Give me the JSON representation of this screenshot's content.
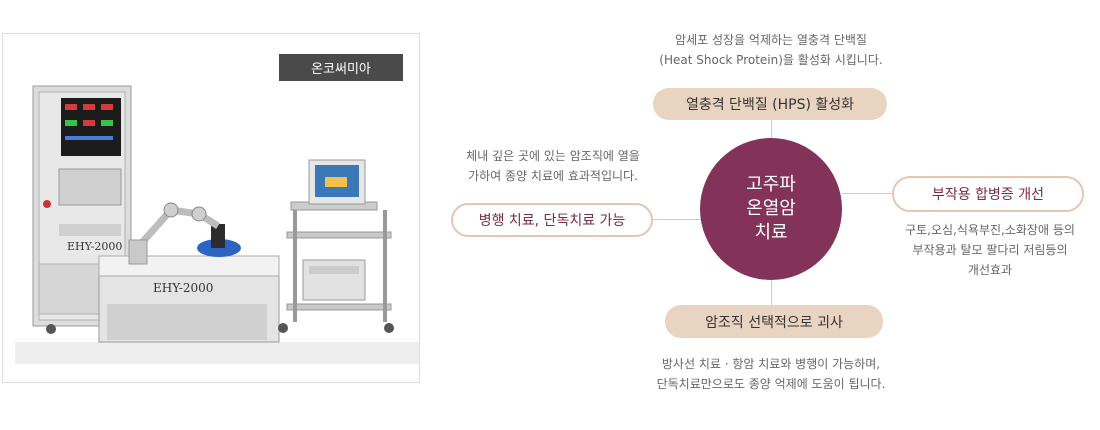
{
  "photo": {
    "label": "온코써미아",
    "device_model": "EHY-2000"
  },
  "hub": {
    "line1": "고주파",
    "line2": "온열암",
    "line3": "치료"
  },
  "top": {
    "desc_line1": "암세포 성장을 억제하는 열충격 단백질",
    "desc_line2": "(Heat Shock Protein)을 활성화 시킵니다.",
    "pill": "열충격 단백질 (HPS) 활성화"
  },
  "left": {
    "desc_line1": "체내 깊은 곳에 있는 암조직에 열을",
    "desc_line2": "가하여 종양 치료에 효과적입니다.",
    "pill": "병행 치료, 단독치료 가능"
  },
  "right": {
    "pill": "부작용 합병증 개선",
    "desc_line1": "구토,오심,식욕부진,소화장애 등의",
    "desc_line2": "부작용과 탈모 팔다리 저림등의",
    "desc_line3": "개선효과"
  },
  "bottom": {
    "pill": "암조직 선택적으로 괴사",
    "desc_line1": "방사선 치료 · 항암 치료와 병행이 가능하며,",
    "desc_line2": "단독치료만으로도 종양 억제에 도움이 됩니다."
  },
  "colors": {
    "hub": "#833259",
    "pill_fill": "#e9d3c1",
    "pill_border": "#e5c7b1",
    "accent_text": "#7b2a4a",
    "connector": "#cccccc"
  }
}
